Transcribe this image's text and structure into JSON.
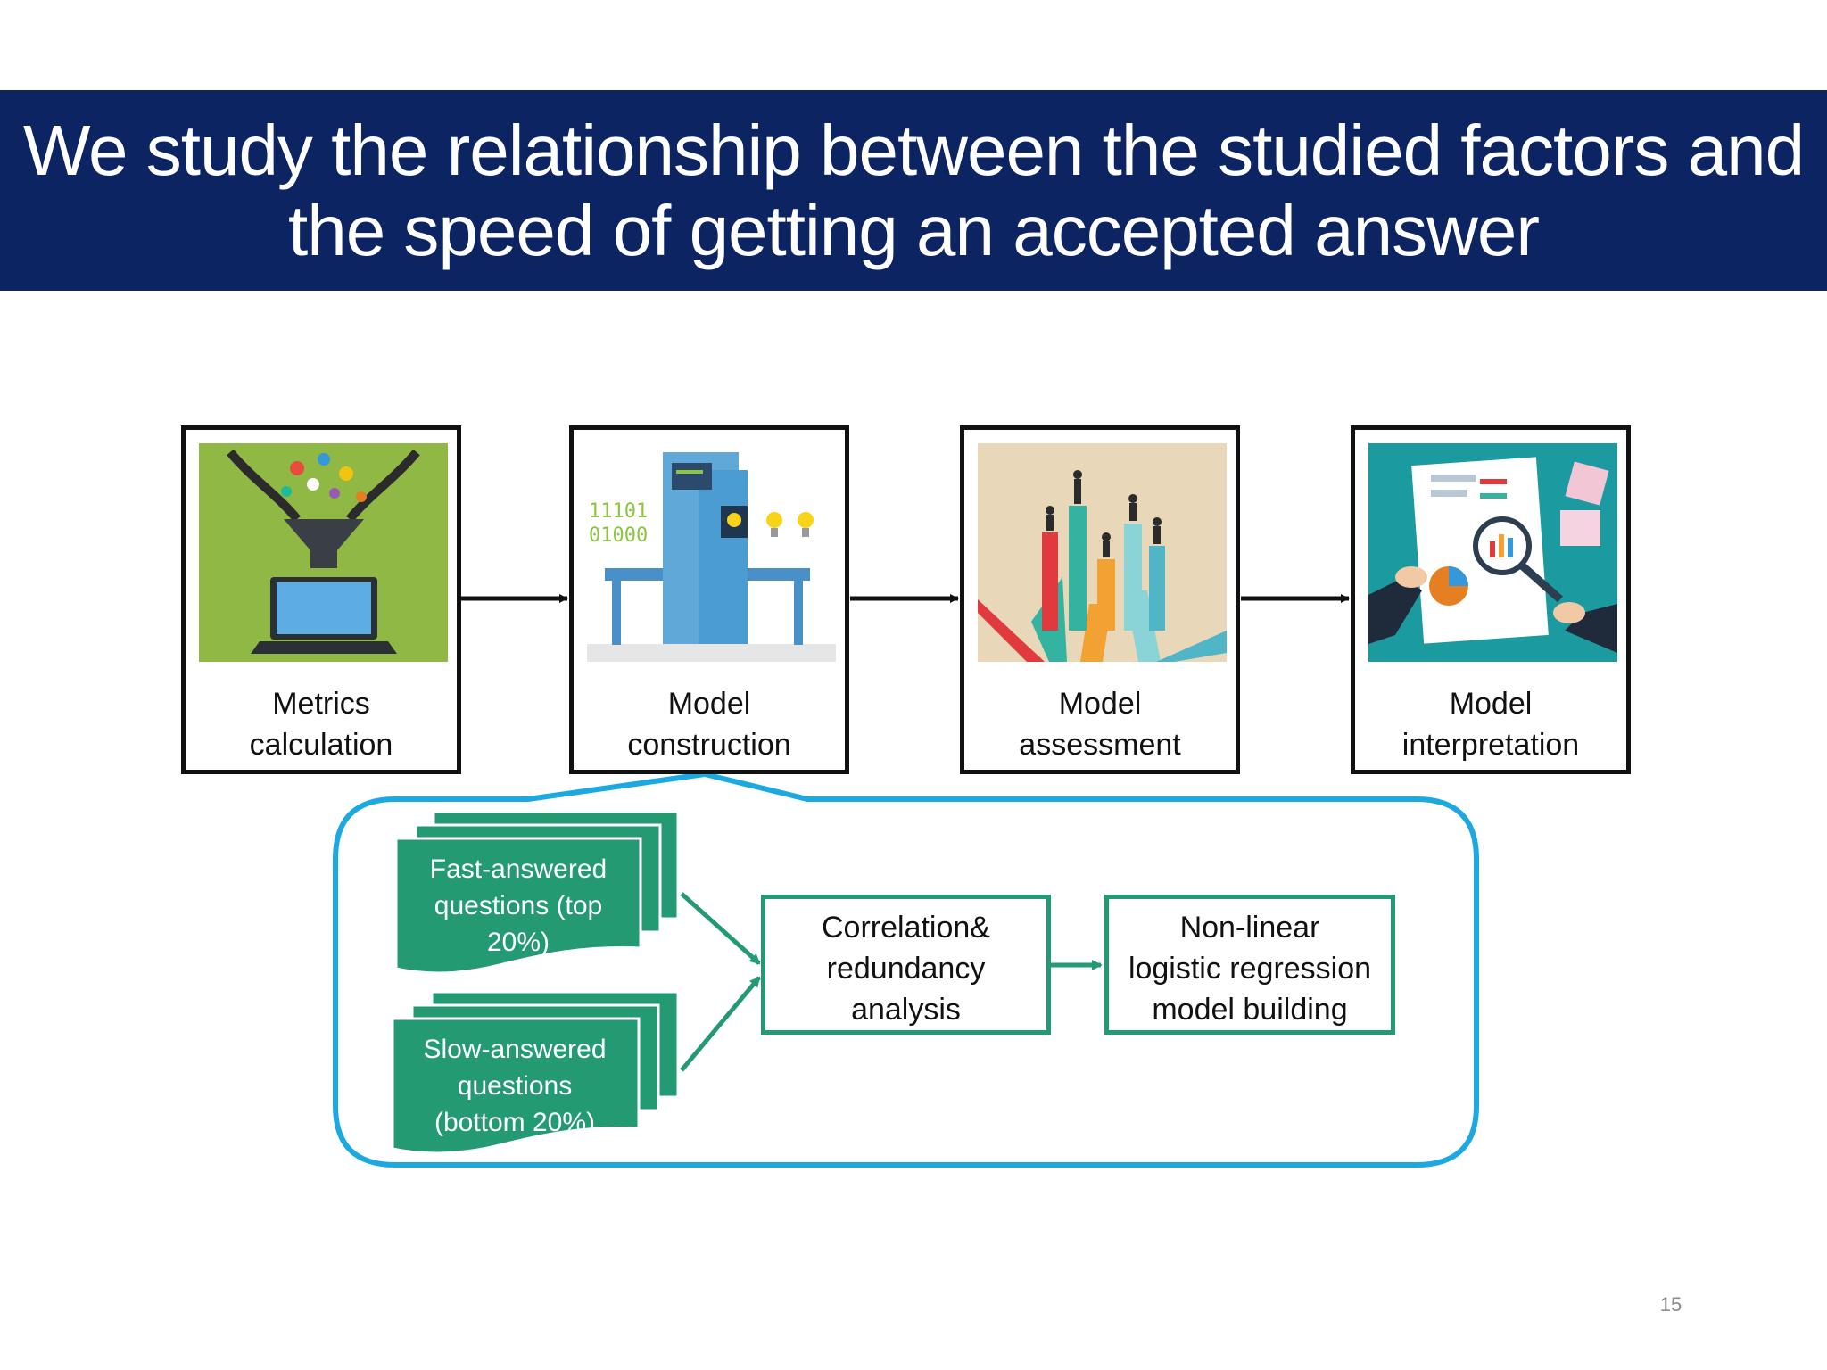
{
  "title": {
    "line1": "We study the relationship between the studied factors and",
    "line2": "the speed of getting an accepted answer"
  },
  "pipeline": [
    {
      "line1": "Metrics",
      "line2": "calculation",
      "image": "funnel-laptop-illustration"
    },
    {
      "line1": "Model",
      "line2": "construction",
      "image": "machine-binary-lightbulb-illustration"
    },
    {
      "line1": "Model",
      "line2": "assessment",
      "image": "people-on-bars-illustration"
    },
    {
      "line1": "Model",
      "line2": "interpretation",
      "image": "document-magnifier-illustration"
    }
  ],
  "detail": {
    "fast_questions": [
      "Fast-answered",
      "questions (top",
      "20%)"
    ],
    "slow_questions": [
      "Slow-answered",
      "questions",
      "(bottom 20%)"
    ],
    "analysis": [
      "Correlation&",
      "redundancy",
      "analysis"
    ],
    "model": [
      "Non-linear",
      "logistic regression",
      "model building"
    ]
  },
  "colors": {
    "banner": "#0d2463",
    "callout_border": "#1ca9e1",
    "green": "#239a72"
  },
  "page_number": "15"
}
